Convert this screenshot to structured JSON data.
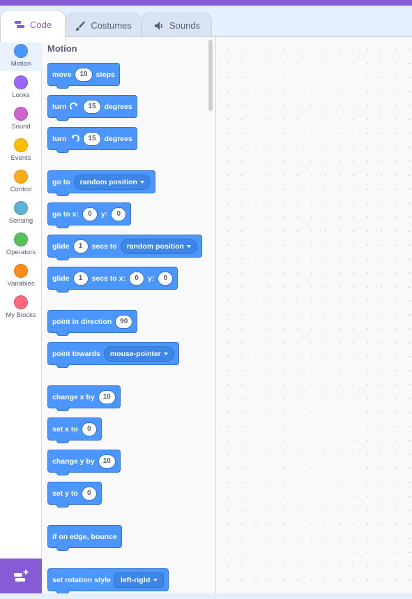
{
  "tabs": [
    {
      "label": "Code",
      "icon": "code-icon"
    },
    {
      "label": "Costumes",
      "icon": "brush-icon"
    },
    {
      "label": "Sounds",
      "icon": "speaker-icon"
    }
  ],
  "categories": [
    {
      "label": "Motion",
      "color": "#4c97ff"
    },
    {
      "label": "Looks",
      "color": "#9966ff"
    },
    {
      "label": "Sound",
      "color": "#cf63cf"
    },
    {
      "label": "Events",
      "color": "#ffbf00"
    },
    {
      "label": "Control",
      "color": "#ffab19"
    },
    {
      "label": "Sensing",
      "color": "#5cb1d6"
    },
    {
      "label": "Operators",
      "color": "#59c059"
    },
    {
      "label": "Variables",
      "color": "#ff8c1a"
    },
    {
      "label": "My Blocks",
      "color": "#ff6680"
    }
  ],
  "palette": {
    "title": "Motion",
    "blocks": {
      "move": {
        "pre": "move",
        "val": "10",
        "post": "steps"
      },
      "turn_right": {
        "pre": "turn",
        "val": "15",
        "post": "degrees"
      },
      "turn_left": {
        "pre": "turn",
        "val": "15",
        "post": "degrees"
      },
      "go_to": {
        "pre": "go to",
        "menu": "random position"
      },
      "go_to_xy": {
        "pre": "go to x:",
        "x": "0",
        "mid": "y:",
        "y": "0"
      },
      "glide_to": {
        "pre": "glide",
        "val": "1",
        "mid": "secs to",
        "menu": "random position"
      },
      "glide_xy": {
        "pre": "glide",
        "val": "1",
        "mid": "secs to x:",
        "x": "0",
        "mid2": "y:",
        "y": "0"
      },
      "point_dir": {
        "pre": "point in direction",
        "val": "90"
      },
      "point_towards": {
        "pre": "point towards",
        "menu": "mouse-pointer"
      },
      "change_x": {
        "pre": "change x by",
        "val": "10"
      },
      "set_x": {
        "pre": "set x to",
        "val": "0"
      },
      "change_y": {
        "pre": "change y by",
        "val": "10"
      },
      "set_y": {
        "pre": "set y to",
        "val": "0"
      },
      "bounce": {
        "pre": "if on edge, bounce"
      },
      "rotation": {
        "pre": "set rotation style",
        "menu": "left-right"
      }
    }
  },
  "colors": {
    "accent": "#855cd6",
    "motion": "#4c97ff"
  }
}
